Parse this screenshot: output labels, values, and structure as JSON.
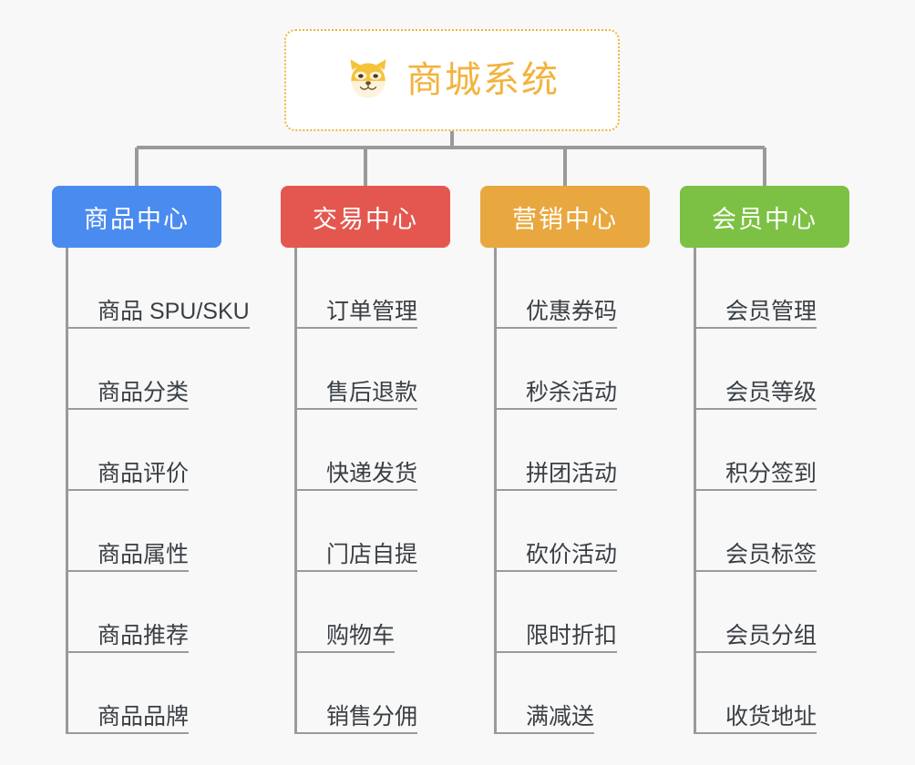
{
  "theme": {
    "background": "#f8f8f8",
    "connector_color": "#9a9a9a",
    "root_border_color": "#efb43a",
    "root_text_color": "#f2b33d",
    "leaf_text_color": "#3a3f44",
    "leaf_rule_color": "#9a9a9a"
  },
  "root": {
    "title": "商城系统",
    "icon": "shiba-dog-icon"
  },
  "columns": [
    {
      "id": "product-center",
      "title": "商品中心",
      "color": "#4a8bf0",
      "items": [
        "商品 SPU/SKU",
        "商品分类",
        "商品评价",
        "商品属性",
        "商品推荐",
        "商品品牌"
      ]
    },
    {
      "id": "trade-center",
      "title": "交易中心",
      "color": "#e4574f",
      "items": [
        "订单管理",
        "售后退款",
        "快递发货",
        "门店自提",
        "购物车",
        "销售分佣"
      ]
    },
    {
      "id": "marketing-center",
      "title": "营销中心",
      "color": "#e8a83f",
      "items": [
        "优惠券码",
        "秒杀活动",
        "拼团活动",
        "砍价活动",
        "限时折扣",
        "满减送"
      ]
    },
    {
      "id": "member-center",
      "title": "会员中心",
      "color": "#7cc143",
      "items": [
        "会员管理",
        "会员等级",
        "积分签到",
        "会员标签",
        "会员分组",
        "收货地址"
      ]
    }
  ]
}
